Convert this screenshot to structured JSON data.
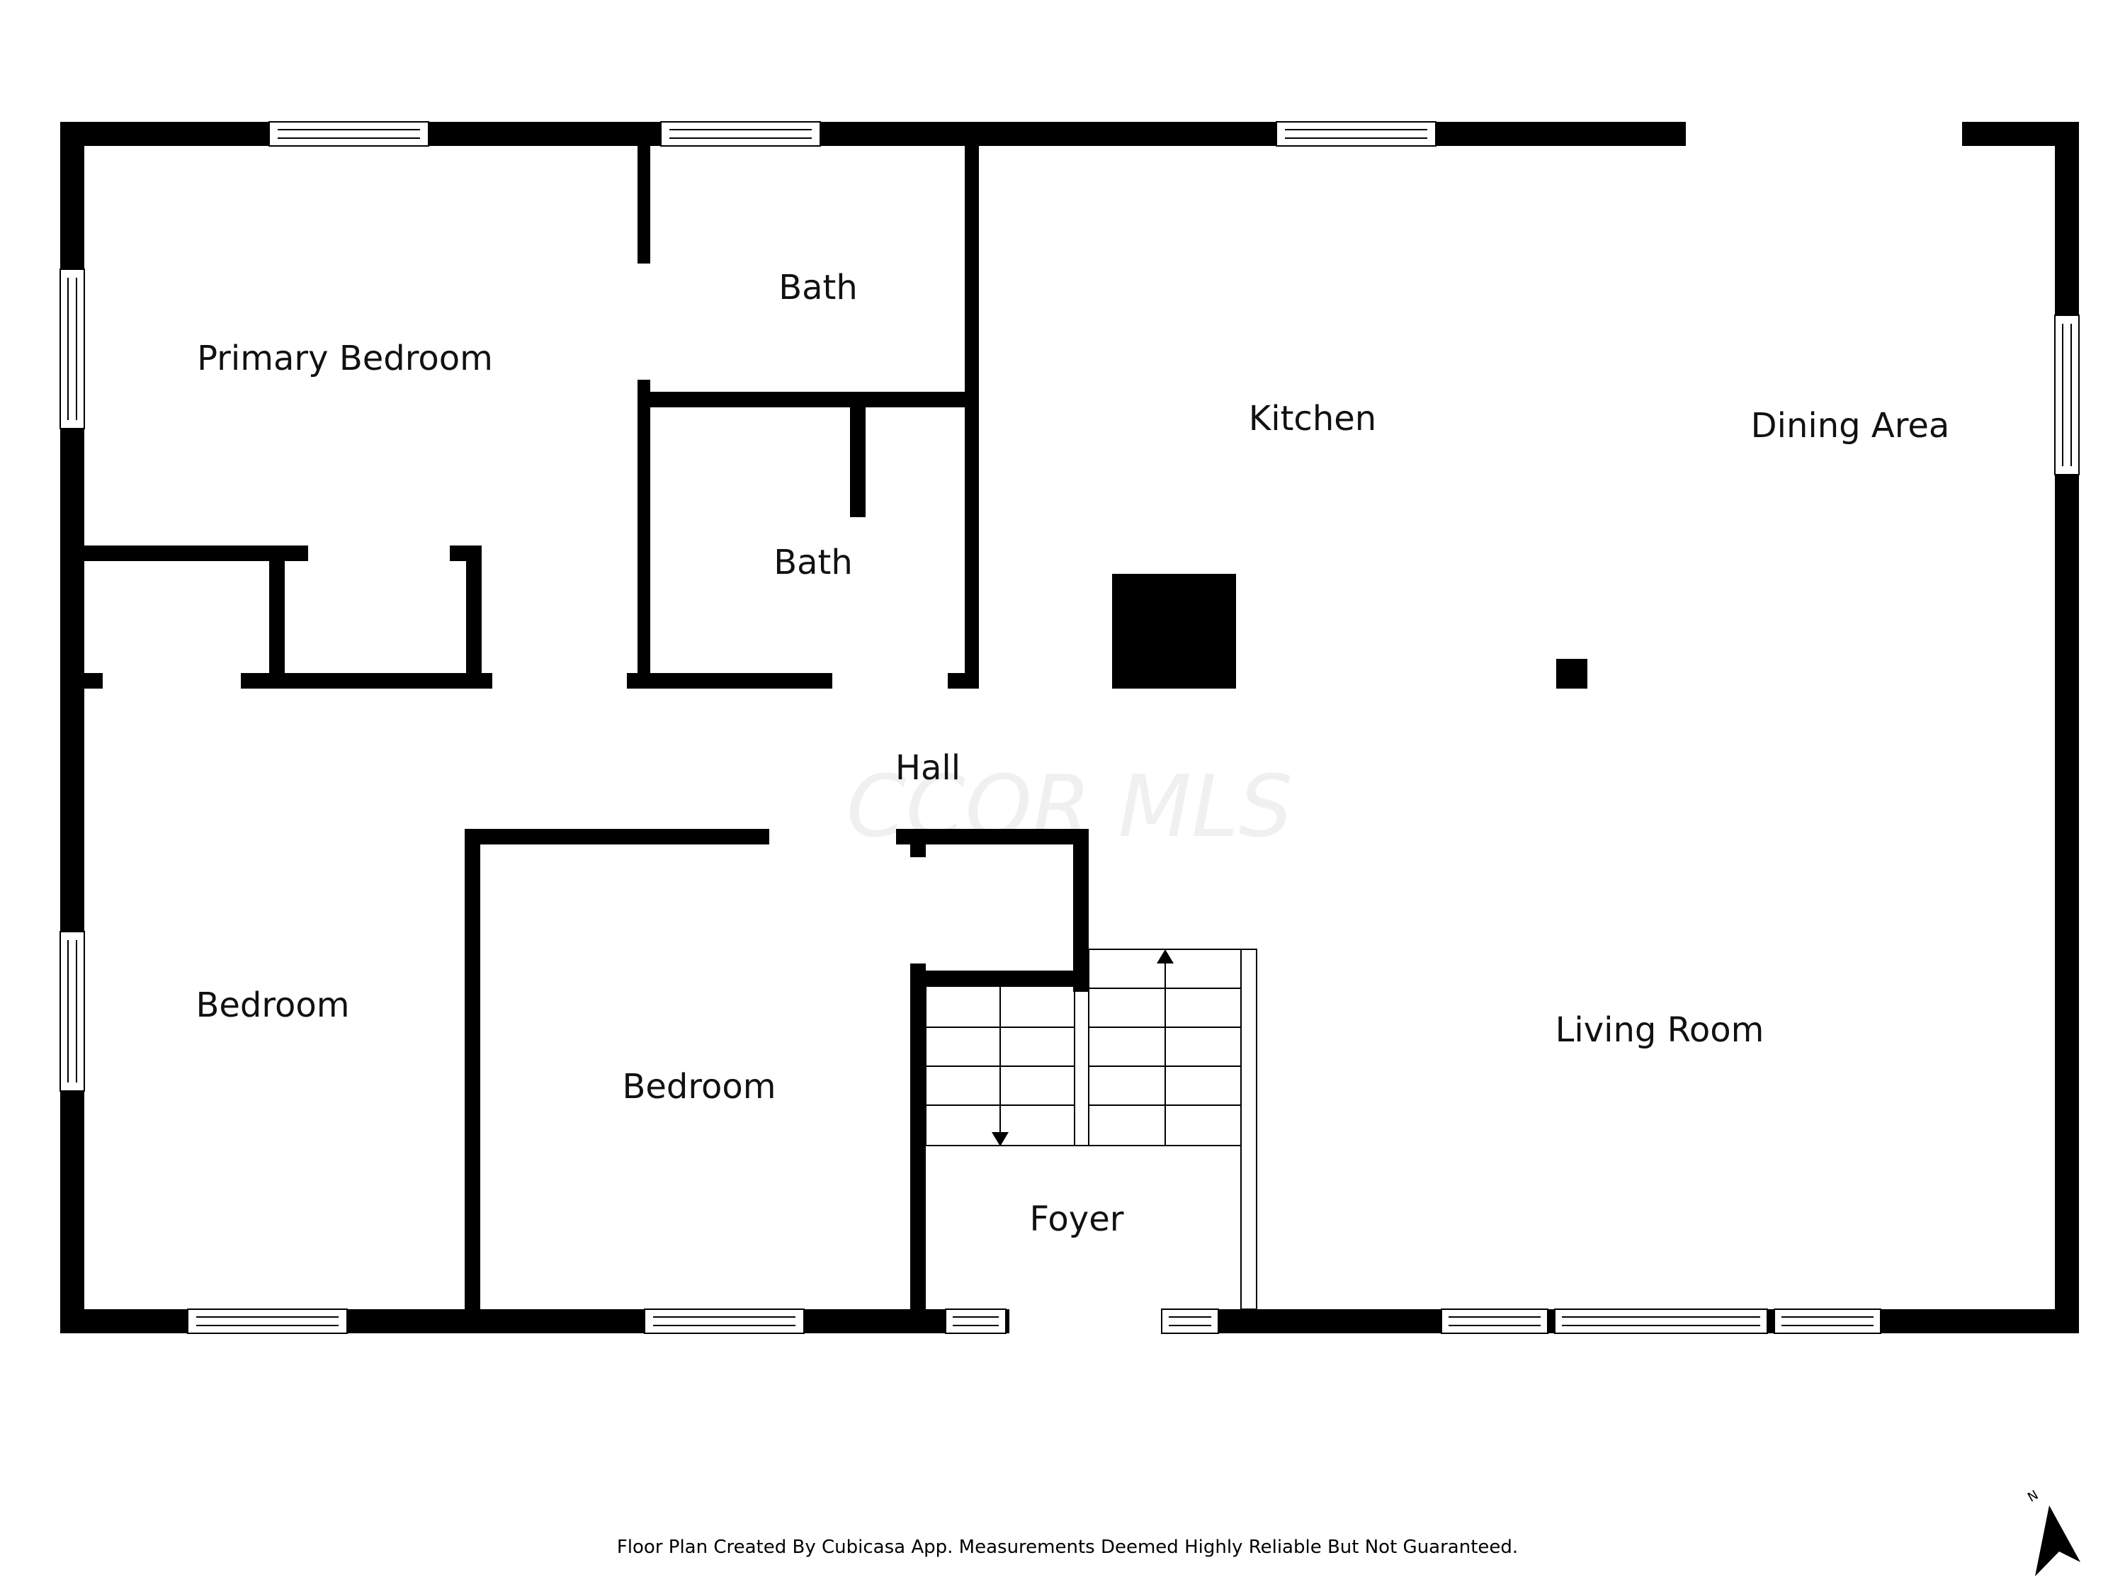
{
  "rooms": {
    "primary_bedroom": "Primary Bedroom",
    "bath_upper": "Bath",
    "bath_lower": "Bath",
    "kitchen": "Kitchen",
    "dining_area": "Dining Area",
    "hall": "Hall",
    "bedroom_left": "Bedroom",
    "bedroom_center": "Bedroom",
    "living_room": "Living Room",
    "foyer": "Foyer"
  },
  "watermark": "CCOR MLS",
  "footer_note": "Floor Plan Created By Cubicasa App. Measurements Deemed Highly Reliable But Not Guaranteed.",
  "compass": {
    "label": "N"
  },
  "colors": {
    "wall": "#000000",
    "background": "#ffffff"
  }
}
